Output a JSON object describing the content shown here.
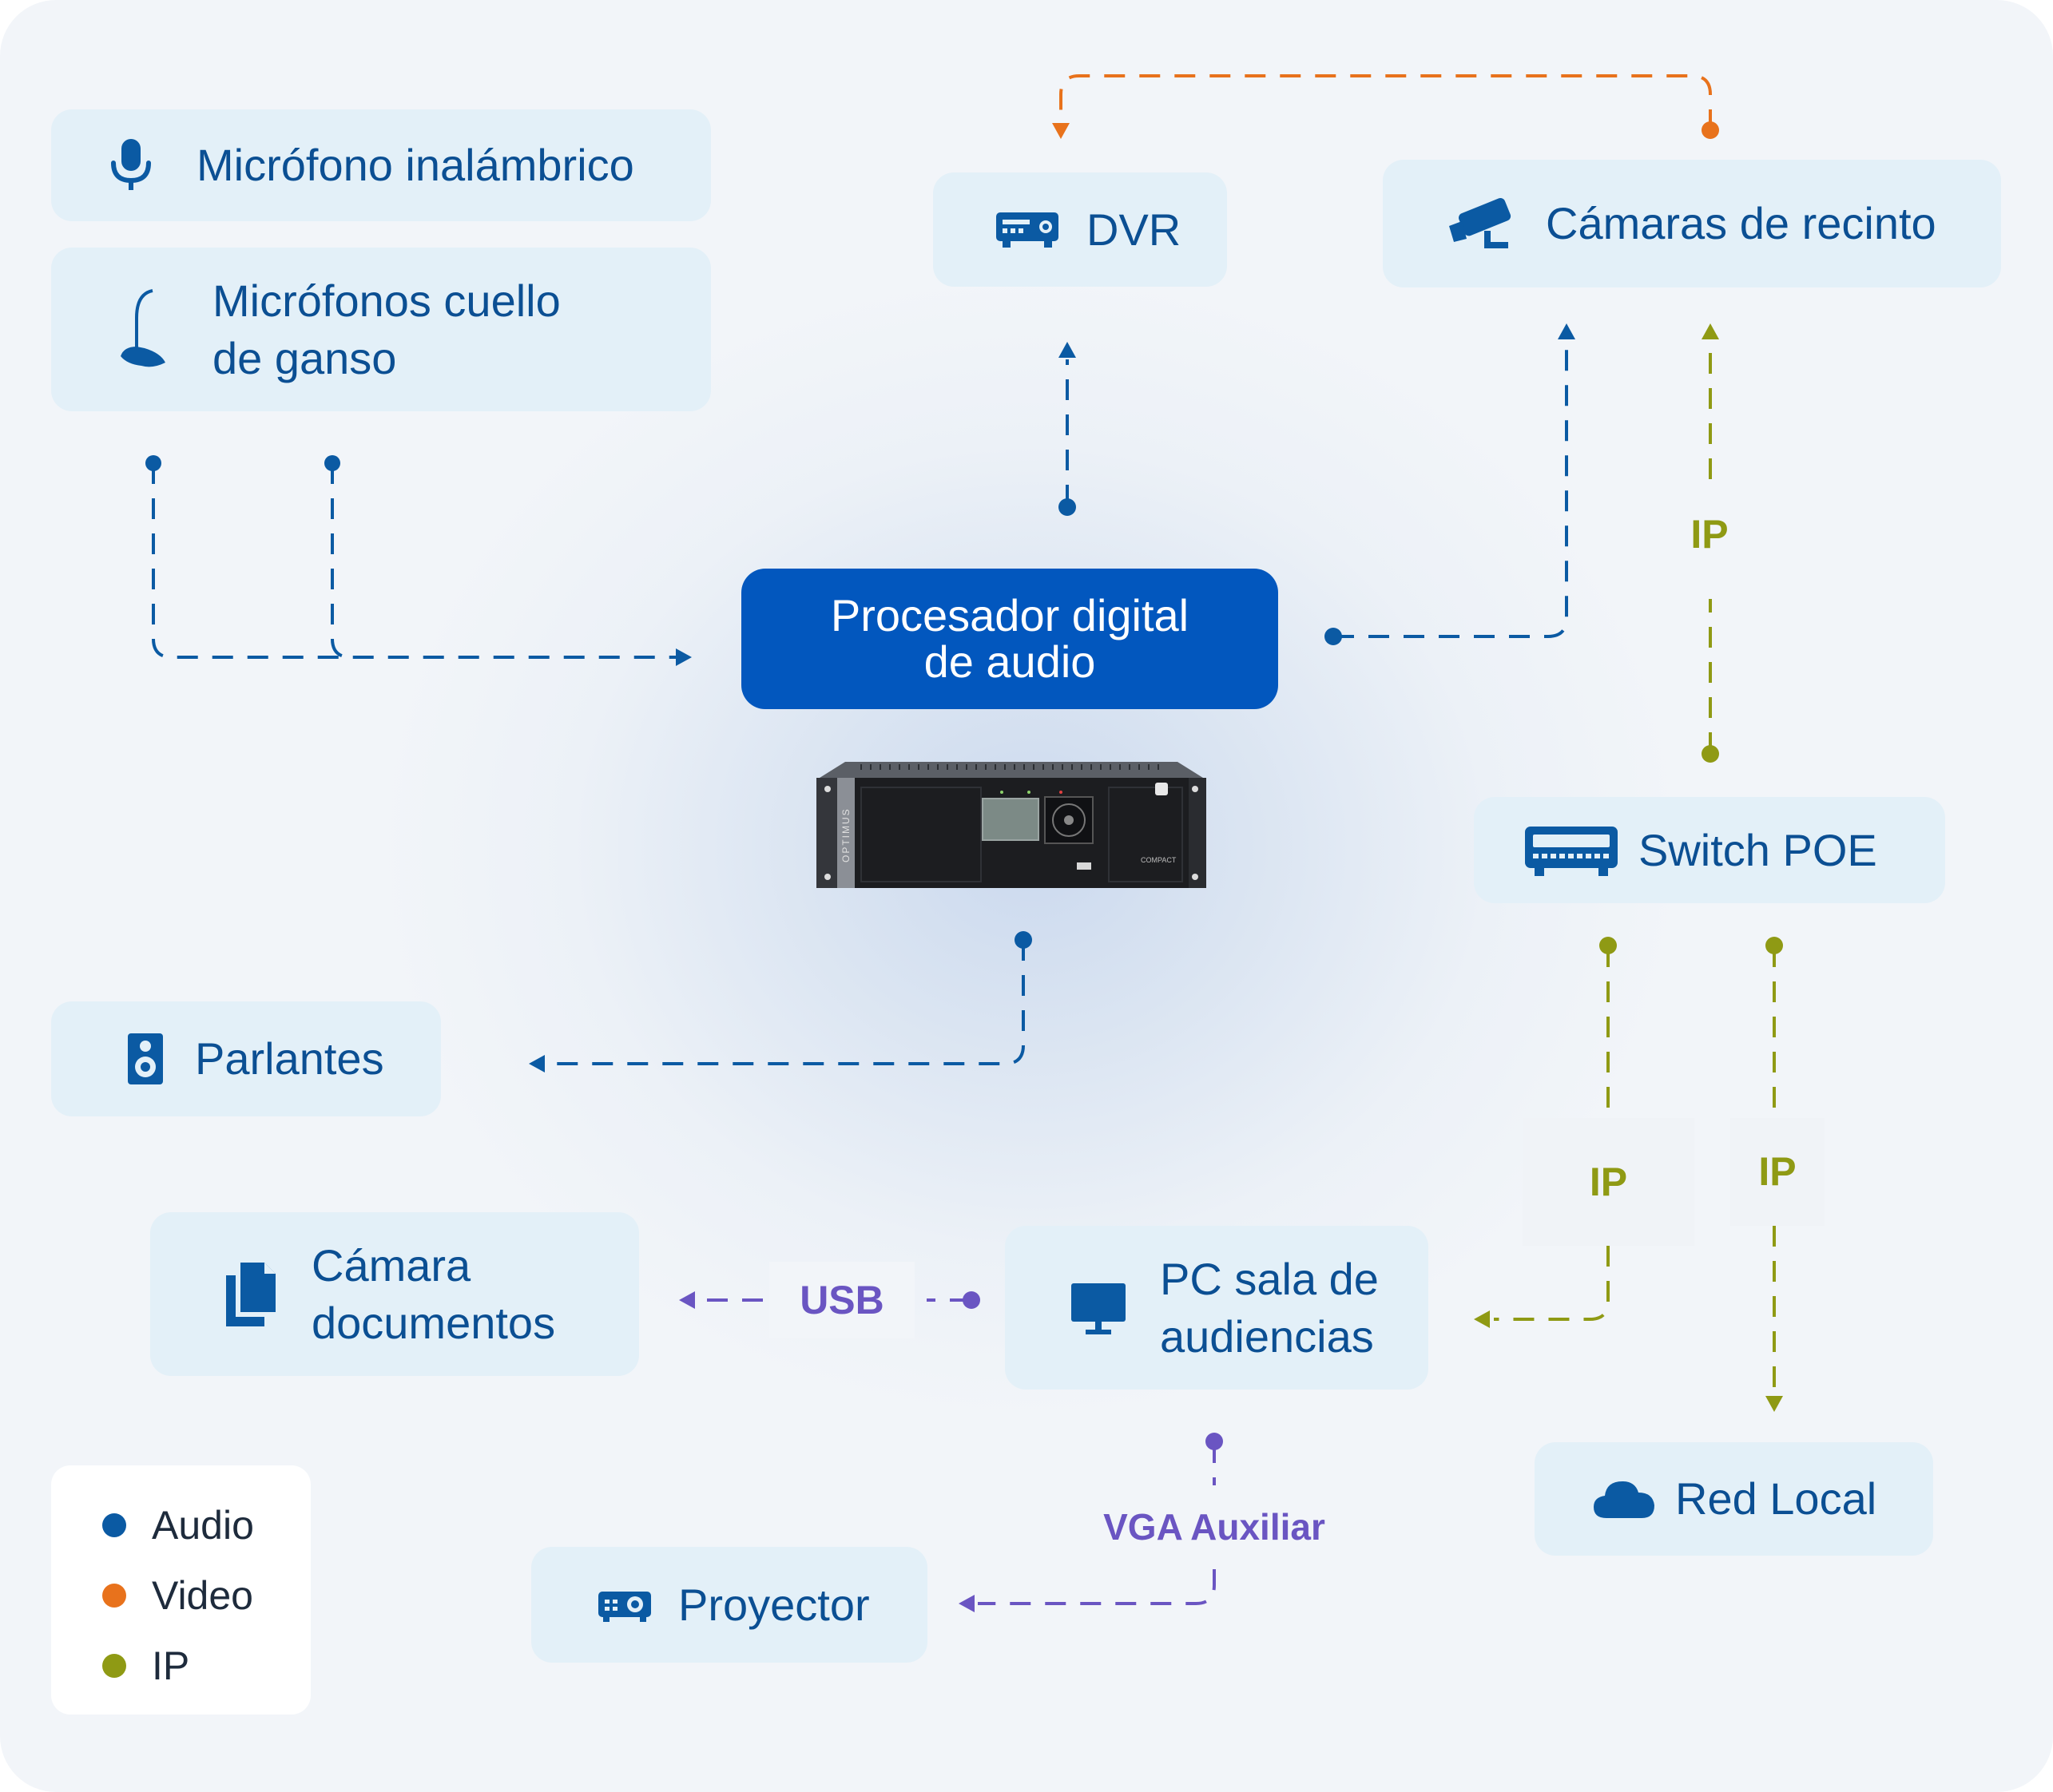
{
  "nodes": {
    "microfono_inalambrico": {
      "label": "Micrófono inalámbrico",
      "icon": "microphone-icon"
    },
    "microfonos_cuello": {
      "label_line1": "Micrófonos cuello",
      "label_line2": "de ganso",
      "icon": "gooseneck-microphone-icon"
    },
    "dvr": {
      "label": "DVR",
      "icon": "dvr-icon"
    },
    "camaras_recinto": {
      "label": "Cámaras de recinto",
      "icon": "security-camera-icon"
    },
    "procesador": {
      "label_line1": "Procesador digital",
      "label_line2": "de audio"
    },
    "switch_poe": {
      "label": "Switch POE",
      "icon": "network-switch-icon"
    },
    "parlantes": {
      "label": "Parlantes",
      "icon": "speaker-icon"
    },
    "camara_documentos": {
      "label_line1": "Cámara",
      "label_line2": "documentos",
      "icon": "documents-icon"
    },
    "pc_sala": {
      "label_line1": "PC sala de",
      "label_line2": "audiencias",
      "icon": "monitor-icon"
    },
    "red_local": {
      "label": "Red Local",
      "icon": "cloud-icon"
    },
    "proyector": {
      "label": "Proyector",
      "icon": "projector-icon"
    }
  },
  "device_image": {
    "brand": "OPTIMUS",
    "model": "COMPACT"
  },
  "edge_labels": {
    "ip_camaras": "IP",
    "ip_pc": "IP",
    "ip_red": "IP",
    "usb": "USB",
    "vga": "VGA Auxiliar"
  },
  "legend": [
    {
      "label": "Audio",
      "color": "#0b5aa3"
    },
    {
      "label": "Video",
      "color": "#e8721c"
    },
    {
      "label": "IP",
      "color": "#8f9a14"
    }
  ],
  "colors": {
    "audio": "#0b5aa3",
    "video": "#e8721c",
    "ip": "#8f9a14",
    "usb_vga": "#6a55c2",
    "node_bg": "#e3f0f8",
    "node_text": "#0b4f93",
    "processor": "#0257be"
  }
}
